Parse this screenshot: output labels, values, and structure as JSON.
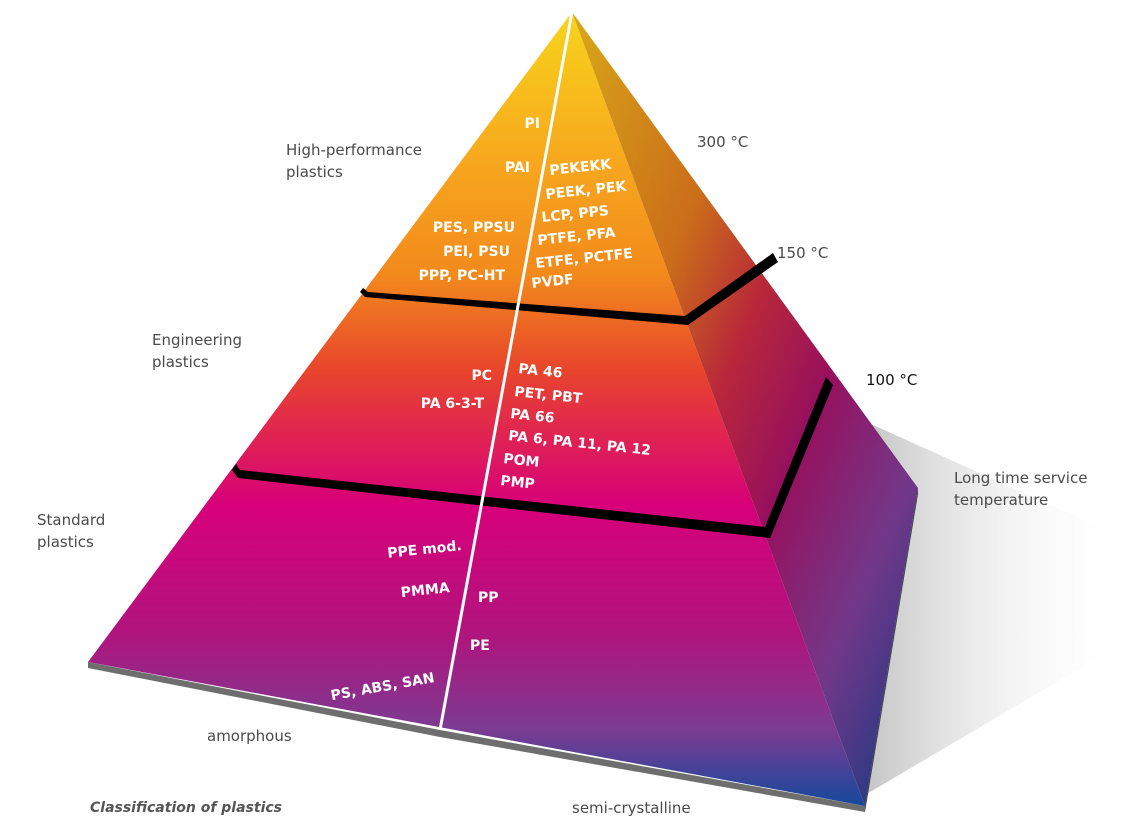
{
  "tiers": {
    "high_performance": "High-performance plastics",
    "engineering": "Engineering plastics",
    "standard": "Standard plastics"
  },
  "temperatures": {
    "t300": "300 °C",
    "t150": "150 °C",
    "t100": "100 °C"
  },
  "axis_note": "Long time service temperature",
  "base_labels": {
    "amorphous": "amorphous",
    "semi_crystalline": "semi-crystalline"
  },
  "caption": "Classification of plastics",
  "materials": {
    "high_performance": {
      "amorphous": [
        "PI",
        "PAI",
        "PES, PPSU",
        "PEI, PSU",
        "PPP, PC-HT"
      ],
      "semi_crystalline": [
        "PEKEKK",
        "PEEK, PEK",
        "LCP, PPS",
        "PTFE, PFA",
        "ETFE, PCTFE",
        "PVDF"
      ]
    },
    "engineering": {
      "amorphous": [
        "PC",
        "PA 6-3-T"
      ],
      "semi_crystalline": [
        "PA 46",
        "PET, PBT",
        "PA 66",
        "PA 6, PA 11, PA 12",
        "POM",
        "PMP"
      ]
    },
    "standard": {
      "amorphous": [
        "PPE mod.",
        "PMMA",
        "PS, ABS, SAN"
      ],
      "semi_crystalline": [
        "PP",
        "PE"
      ]
    }
  },
  "colors": {
    "apex_yellow": "#f7d51b",
    "orange": "#f28a1c",
    "red": "#e8452c",
    "magenta": "#d7007a",
    "purple": "#7b3b92",
    "blue": "#0f4a9c",
    "ledge": "#000000",
    "divider": "#ffffff"
  }
}
